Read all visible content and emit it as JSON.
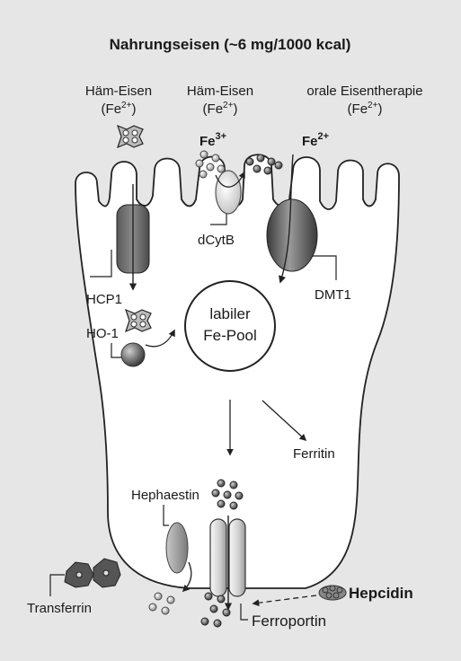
{
  "title": "Nahrungseisen (~6 mg/1000 kcal)",
  "sources": {
    "heme_left": {
      "line1": "Häm-Eisen",
      "line2": "(Fe",
      "sup": "2+",
      "close": ")"
    },
    "heme_mid": {
      "line1": "Häm-Eisen",
      "line2": "(Fe",
      "sup": "2+",
      "close": ")"
    },
    "oral": {
      "line1": "orale Eisentherapie",
      "line2": "(Fe",
      "sup": "2+",
      "close": ")"
    }
  },
  "ions": {
    "fe3": {
      "base": "Fe",
      "sup": "3+"
    },
    "fe2": {
      "base": "Fe",
      "sup": "2+"
    }
  },
  "labels": {
    "hcp1": "HCP1",
    "dcytb": "dCytB",
    "dmt1": "DMT1",
    "ho1": "HO-1",
    "pool_line1": "labiler",
    "pool_line2": "Fe-Pool",
    "ferritin": "Ferritin",
    "hephaestin": "Hephaestin",
    "transferrin": "Transferrin",
    "hepcidin": "Hepcidin",
    "ferroportin": "Ferroportin"
  },
  "colors": {
    "background": "#e6e6e6",
    "cell_fill": "#ffffff",
    "outline": "#222222",
    "transporter_dark": "#555555"
  }
}
